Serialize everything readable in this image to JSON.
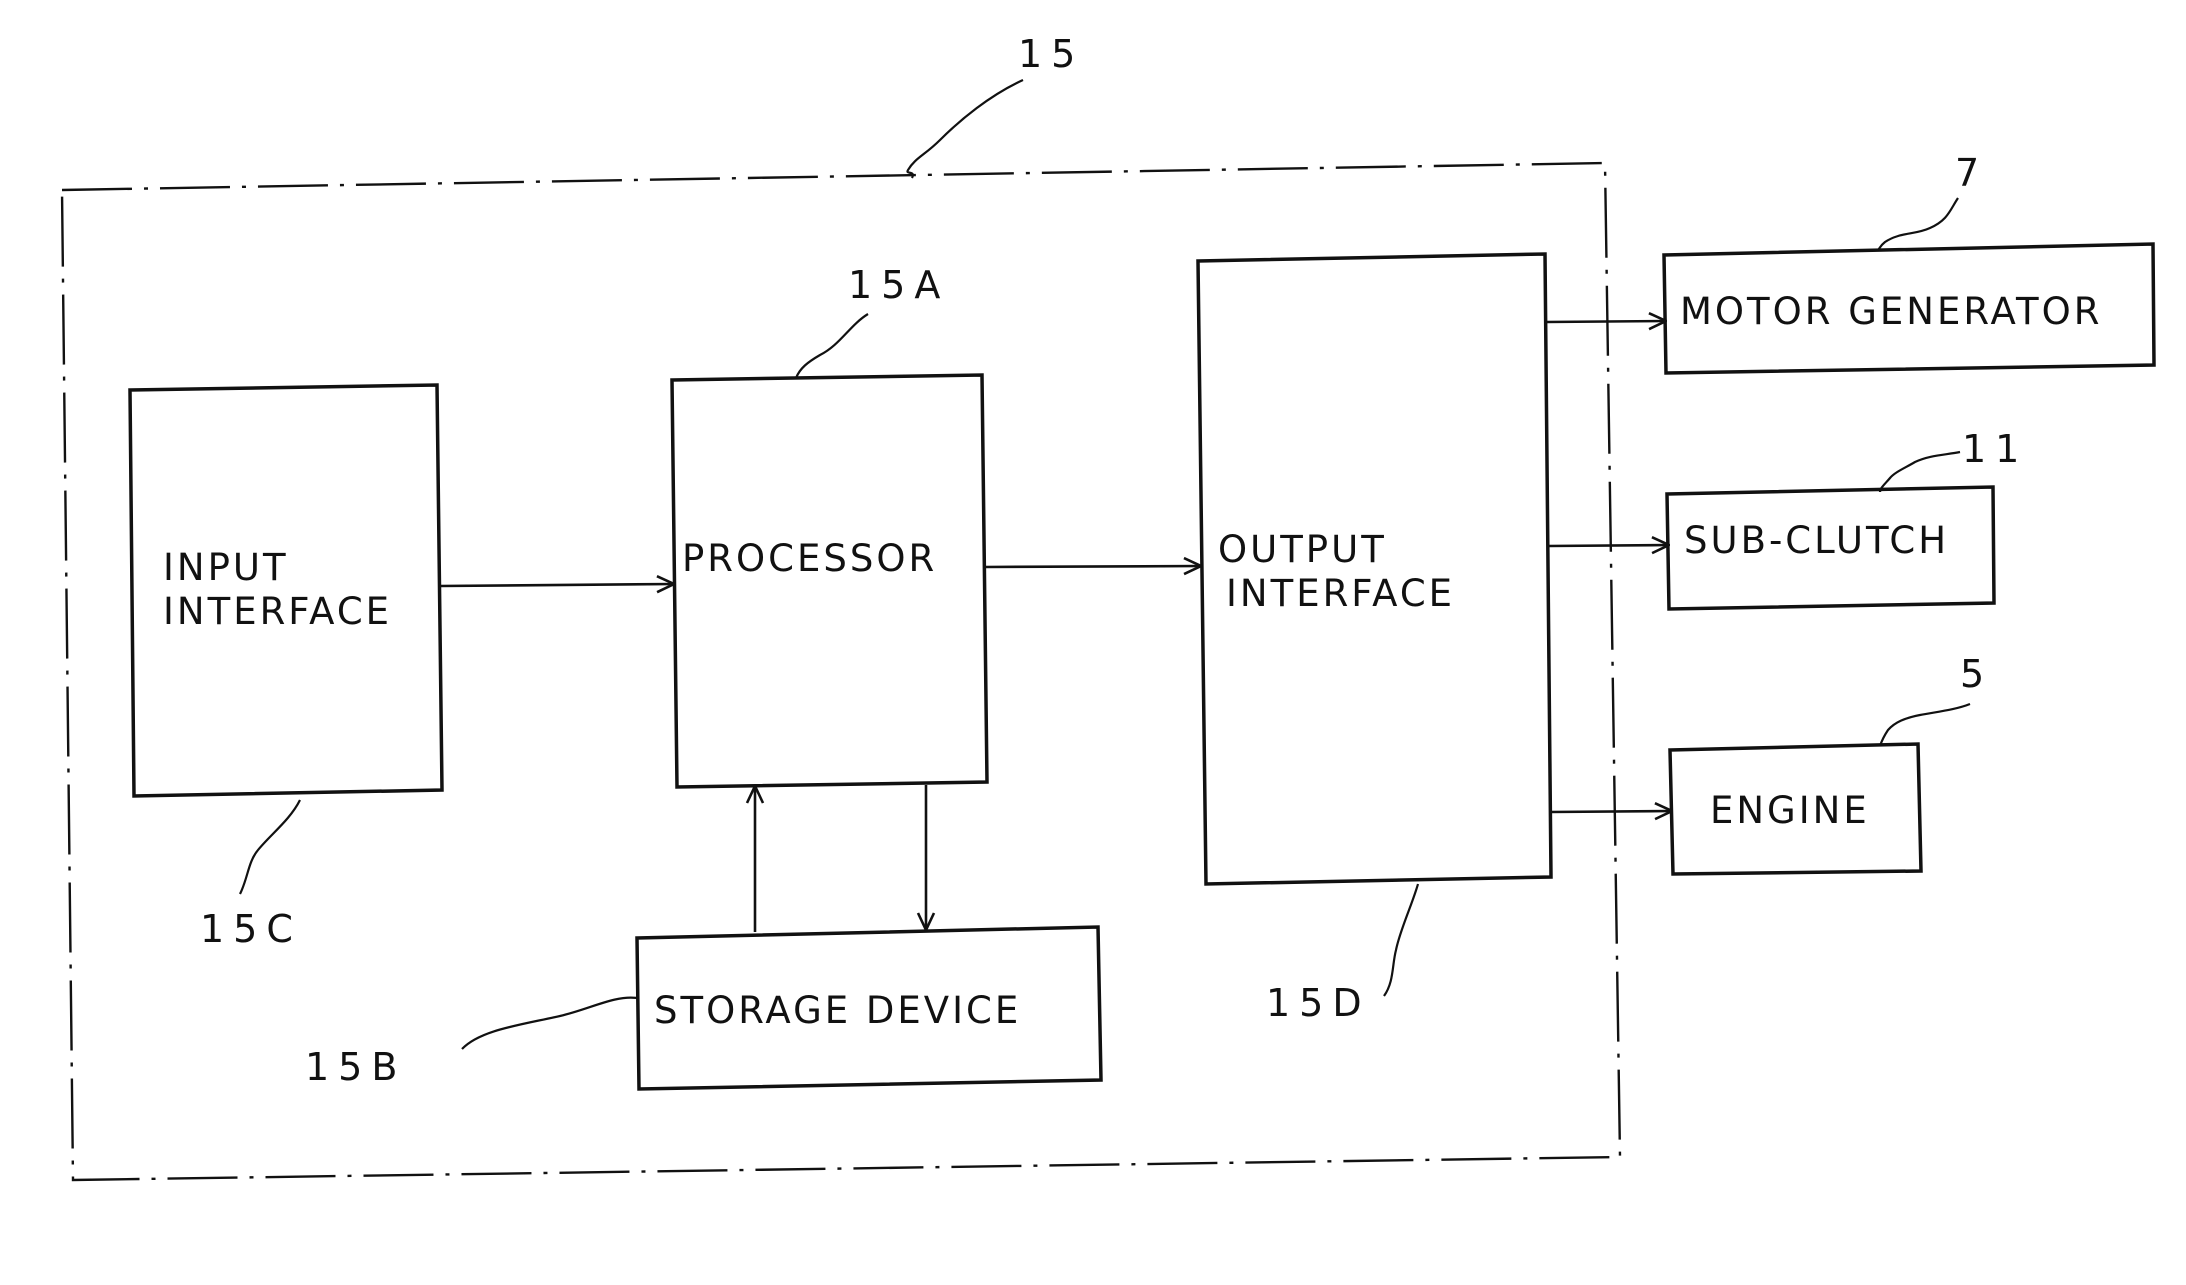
{
  "diagram": {
    "unit_ref": "15",
    "blocks": {
      "input_interface": {
        "line1": "INPUT",
        "line2": "INTERFACE",
        "ref": "15C"
      },
      "processor": {
        "label": "PROCESSOR",
        "ref": "15A"
      },
      "storage_device": {
        "label": "STORAGE  DEVICE",
        "ref": "15B"
      },
      "output_interface": {
        "line1": "OUTPUT",
        "line2": "INTERFACE",
        "ref": "15D"
      }
    },
    "external": {
      "motor_generator": {
        "label": "MOTOR  GENERATOR",
        "ref": "7"
      },
      "sub_clutch": {
        "label": "SUB-CLUTCH",
        "ref": "11"
      },
      "engine": {
        "label": "ENGINE",
        "ref": "5"
      }
    }
  }
}
